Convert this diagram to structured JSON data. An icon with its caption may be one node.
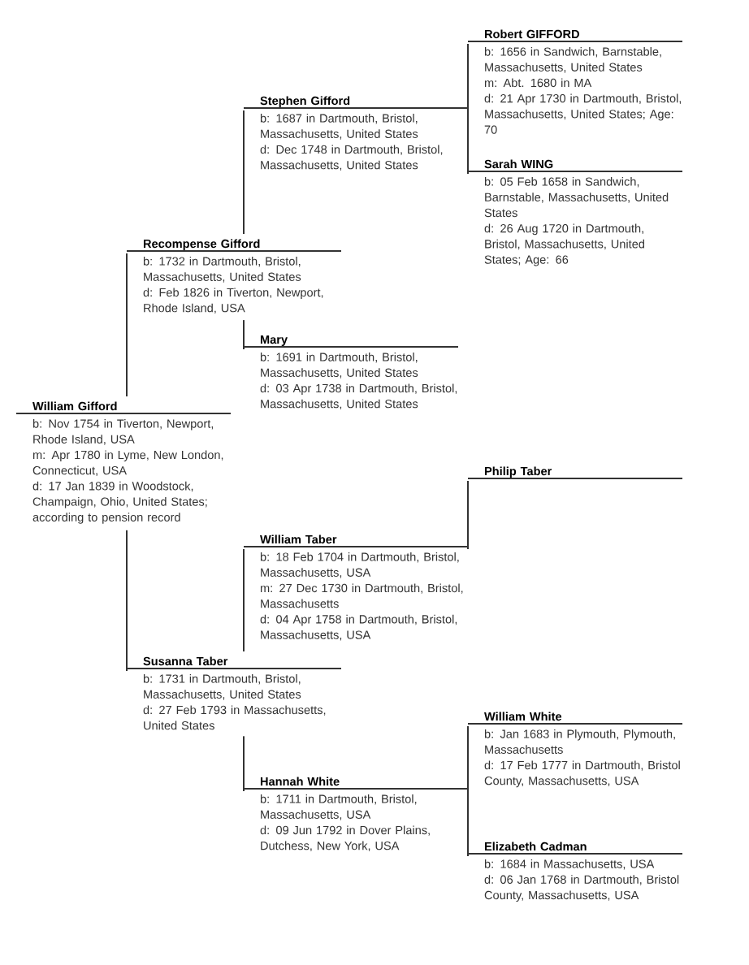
{
  "diagram": {
    "nodes": [
      {
        "text": [
          "William Gifford",
          "b: Nov 1754 in Tiverton, Newport, Rhode Island, USA",
          "m: Apr 1780 in Lyme, New London, Connecticut, USA",
          "d: 17 Jan 1839 in Woodstock, Champaign, Ohio, United States; according to pension record"
        ]
      },
      {
        "text": [
          "Recompense Gifford",
          "b: 1732 in Dartmouth, Bristol, Massachusetts, United States",
          "d: Feb 1826 in Tiverton, Newport, Rhode Island, USA"
        ]
      },
      {
        "text": [
          "Stephen Gifford",
          "b: 1687 in Dartmouth, Bristol, Massachusetts, United States",
          "d: Dec 1748 in Dartmouth, Bristol, Massachusetts, United States"
        ]
      },
      {
        "text": [
          "Robert GIFFORD",
          "b: 1656 in Sandwich, Barnstable, Massachusetts, United States",
          "m: Abt. 1680 in MA",
          "d: 21 Apr 1730 in Dartmouth, Bristol, Massachusetts, United States; Age: 70"
        ]
      },
      {
        "text": [
          "Sarah WING",
          "b: 05 Feb 1658 in Sandwich, Barnstable, Massachusetts, United States",
          "d: 26 Aug 1720 in Dartmouth, Bristol, Massachusetts, United States; Age: 66"
        ]
      },
      {
        "text": [
          "Mary",
          "b: 1691 in Dartmouth, Bristol, Massachusetts, United States",
          "d: 03 Apr 1738 in Dartmouth, Bristol, Massachusetts, United States"
        ]
      },
      {
        "text": [
          "Susanna Taber",
          "b: 1731 in Dartmouth, Bristol, Massachusetts, United States",
          "d: 27 Feb 1793 in Massachusetts, United States"
        ]
      },
      {
        "text": [
          "William Taber",
          "b: 18 Feb 1704 in Dartmouth, Bristol, Massachusetts, USA",
          "m: 27 Dec 1730 in Dartmouth, Bristol, Massachusetts",
          "d: 04 Apr 1758 in Dartmouth, Bristol, Massachusetts, USA"
        ]
      },
      {
        "text": [
          "Philip Taber"
        ]
      },
      {
        "text": [
          "Hannah White",
          "b: 1711 in Dartmouth, Bristol, Massachusetts, USA",
          "d: 09 Jun 1792 in Dover Plains, Dutchess, New York, USA"
        ]
      },
      {
        "text": [
          "William White",
          "b: Jan 1683 in Plymouth, Plymouth, Massachusetts",
          "d: 17 Feb 1777 in Dartmouth, Bristol County, Massachusetts, USA"
        ]
      },
      {
        "text": [
          "Elizabeth Cadman",
          "b: 1684 in Massachusetts, USA",
          "d: 06 Jan 1768 in Dartmouth, Bristol County, Massachusetts, USA"
        ]
      }
    ],
    "edges": [
      {
        "from": 0,
        "to": 1,
        "arrow": "none"
      },
      {
        "from": 0,
        "to": 6,
        "arrow": "none"
      },
      {
        "from": 1,
        "to": 2,
        "arrow": "none"
      },
      {
        "from": 1,
        "to": 5,
        "arrow": "none"
      },
      {
        "from": 2,
        "to": 3,
        "arrow": "none"
      },
      {
        "from": 2,
        "to": 4,
        "arrow": "none"
      },
      {
        "from": 6,
        "to": 7,
        "arrow": "none"
      },
      {
        "from": 6,
        "to": 9,
        "arrow": "none"
      },
      {
        "from": 7,
        "to": 8,
        "arrow": "none"
      },
      {
        "from": 9,
        "to": 10,
        "arrow": "none"
      },
      {
        "from": 9,
        "to": 11,
        "arrow": "none"
      }
    ]
  }
}
